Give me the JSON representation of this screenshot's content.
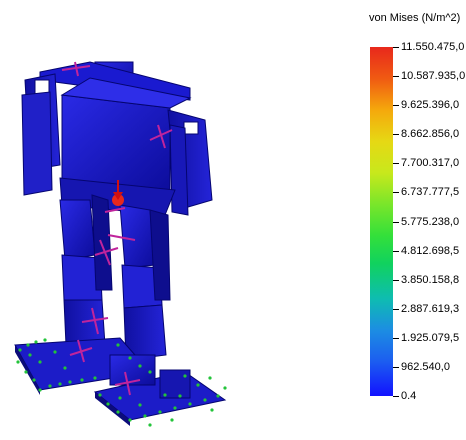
{
  "legend": {
    "title": "von Mises (N/m^2)",
    "labels": [
      "11.550.475,0",
      "10.587.935,0",
      "9.625.396,0",
      "8.662.856,0",
      "7.700.317,0",
      "6.737.777,5",
      "5.775.238,0",
      "4.812.698,5",
      "3.850.158,8",
      "2.887.619,3",
      "1.925.079,5",
      "962.540,0",
      "0.4"
    ]
  },
  "colors": {
    "model": "#1c1ce0",
    "max_stress": "#e8281c",
    "fixture": "#23c43a",
    "load_arrow": "#c0249c"
  }
}
